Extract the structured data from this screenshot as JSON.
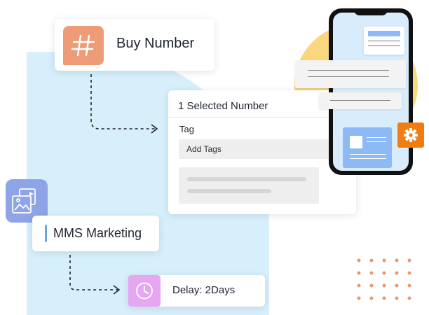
{
  "buy_card": {
    "label": "Buy Number",
    "icon": "hash-icon"
  },
  "selected_card": {
    "title": "1 Selected Number",
    "tag_label": "Tag",
    "tags_input_value": "Add Tags"
  },
  "mms_card": {
    "label": "MMS Marketing",
    "icon": "image-gallery-icon"
  },
  "delay_card": {
    "label": "Delay: 2Days",
    "icon": "clock-icon"
  },
  "phone": {
    "icon": "smartphone-icon"
  },
  "gear": {
    "icon": "gear-icon"
  },
  "colors": {
    "accent_blue_bg": "#d7effb",
    "hash_tile": "#ee9c77",
    "gear_tile": "#f07d12",
    "mms_tile": "#8ea4e6",
    "clock_tile": "#e6a6f2",
    "sun": "#f9d77e",
    "dots": "#e39a6e"
  }
}
